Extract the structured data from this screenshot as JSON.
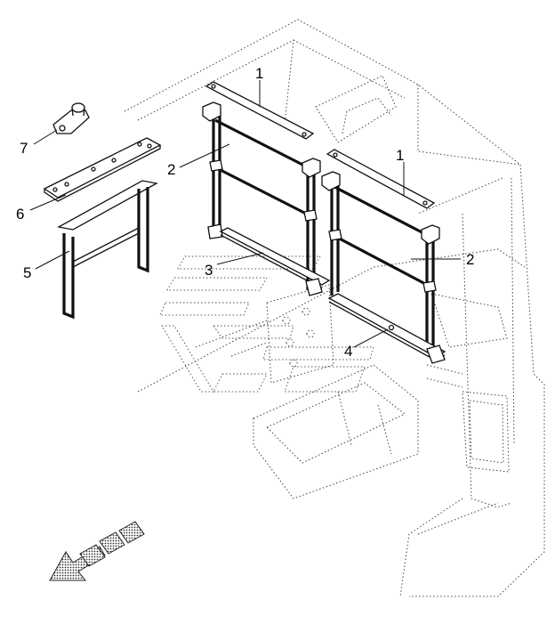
{
  "callouts": [
    {
      "id": "callout-1a",
      "text": "1"
    },
    {
      "id": "callout-1b",
      "text": "1"
    },
    {
      "id": "callout-2a",
      "text": "2"
    },
    {
      "id": "callout-2b",
      "text": "2"
    },
    {
      "id": "callout-3",
      "text": "3"
    },
    {
      "id": "callout-4",
      "text": "4"
    },
    {
      "id": "callout-5",
      "text": "5"
    },
    {
      "id": "callout-6",
      "text": "6"
    },
    {
      "id": "callout-7",
      "text": "7"
    }
  ]
}
